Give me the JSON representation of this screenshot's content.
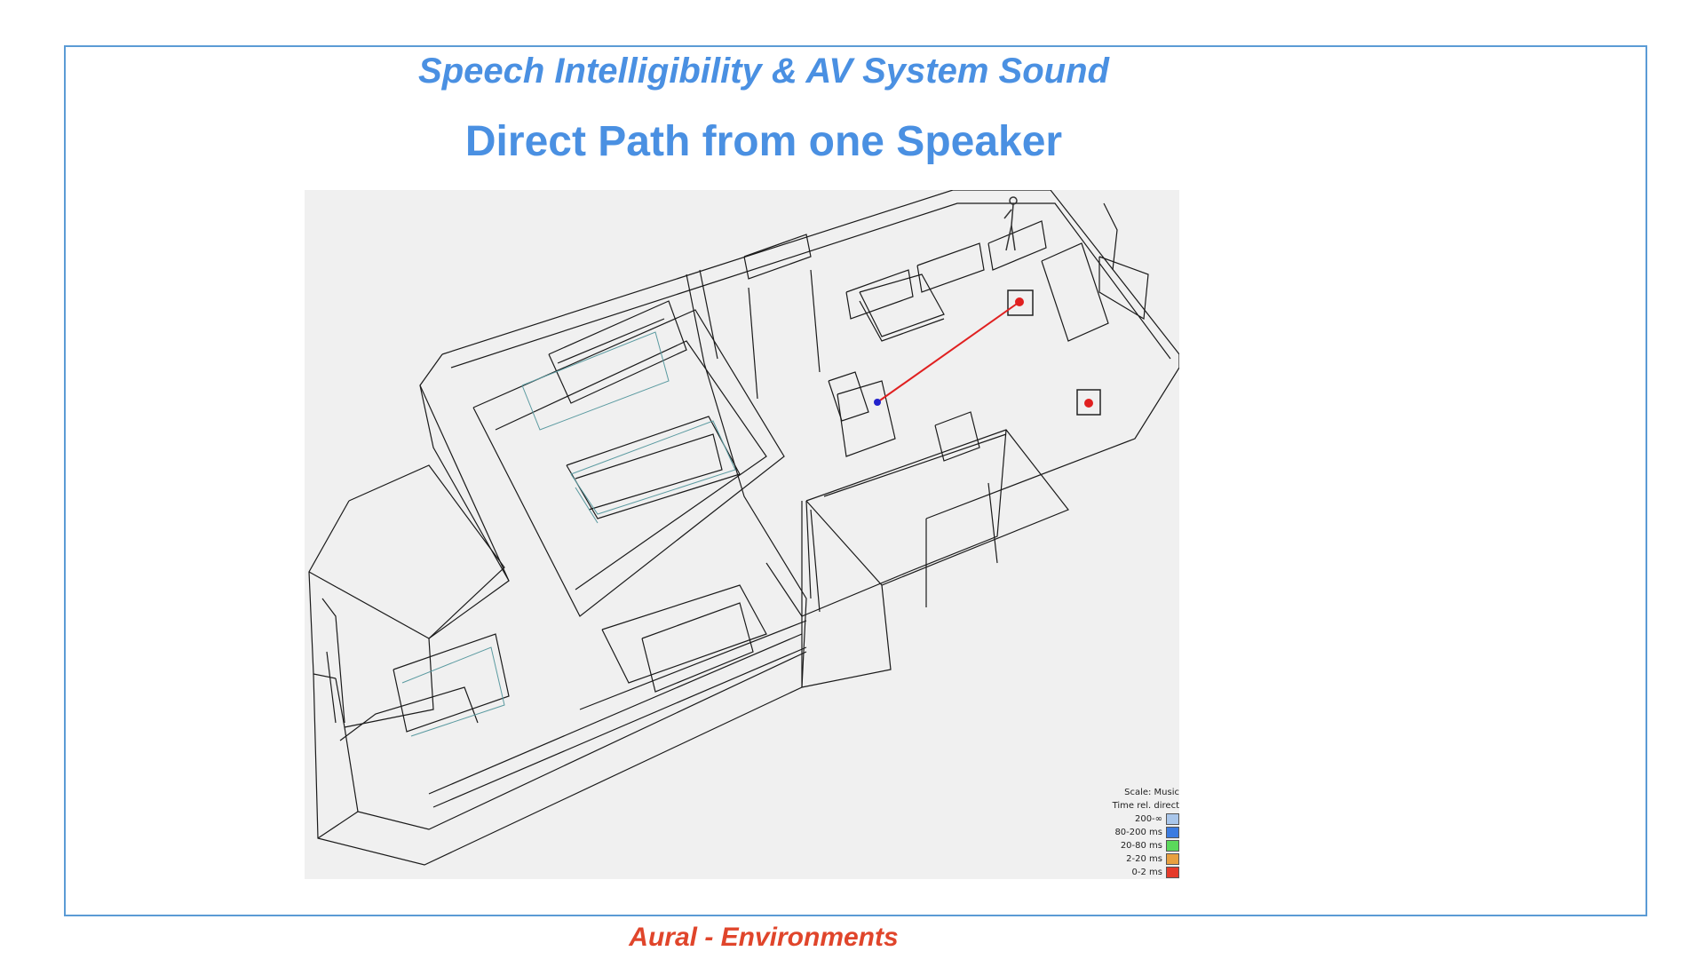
{
  "slide": {
    "subtitle": "Speech Intelligibility & AV System Sound",
    "title": "Direct Path from one Speaker",
    "footer": "Aural - Environments"
  },
  "legend": {
    "scale": "Scale: Music",
    "caption": "Time rel. direct",
    "entries": [
      {
        "label": "200-∞",
        "color": "#a9c6ea"
      },
      {
        "label": "80-200 ms",
        "color": "#3b7be0"
      },
      {
        "label": "20-80 ms",
        "color": "#5bd85b"
      },
      {
        "label": "2-20 ms",
        "color": "#e8a040"
      },
      {
        "label": "0-2 ms",
        "color": "#e53a2a"
      }
    ]
  },
  "colors": {
    "title": "#4a90e2",
    "footer": "#e0452b",
    "frame": "#5b9bd5",
    "ray": "#e02020",
    "receiver": "#2222cc",
    "speaker": "#e02020"
  }
}
